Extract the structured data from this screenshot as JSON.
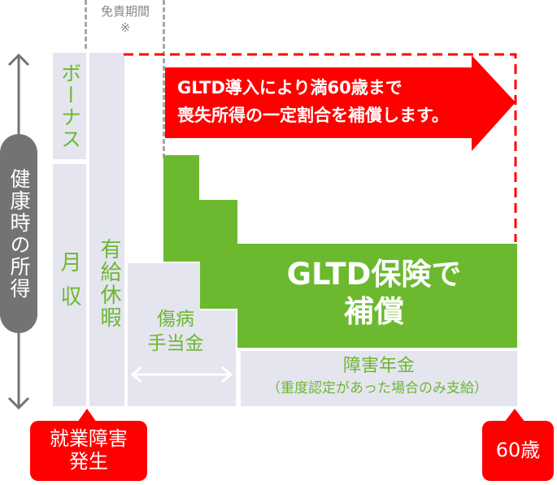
{
  "exemption": {
    "label": "免責期間",
    "mark": "※"
  },
  "axis_label": "健康時の所得",
  "bonus_label": "ボーナス",
  "monthly_income_label": "月収",
  "paid_leave_label": "有給休暇",
  "arrow_text": {
    "line1": "GLTD導入により満60歳まで",
    "line2": "喪失所得の一定割合を補償します。"
  },
  "gltd_text": {
    "line1": "GLTD保険で",
    "line2": "補償"
  },
  "sickness_allowance": {
    "line1": "傷病",
    "line2": "手当金"
  },
  "disability_pension": {
    "line1": "障害年金",
    "line2": "（重度認定があった場合のみ支給）"
  },
  "start_callout": {
    "line1": "就業障害",
    "line2": "発生"
  },
  "end_callout": "60歳",
  "colors": {
    "red": "#ff0000",
    "green": "#6cb92f",
    "block": "#e5e5ef",
    "gray": "#737373",
    "dash": "#a7a7a7"
  }
}
